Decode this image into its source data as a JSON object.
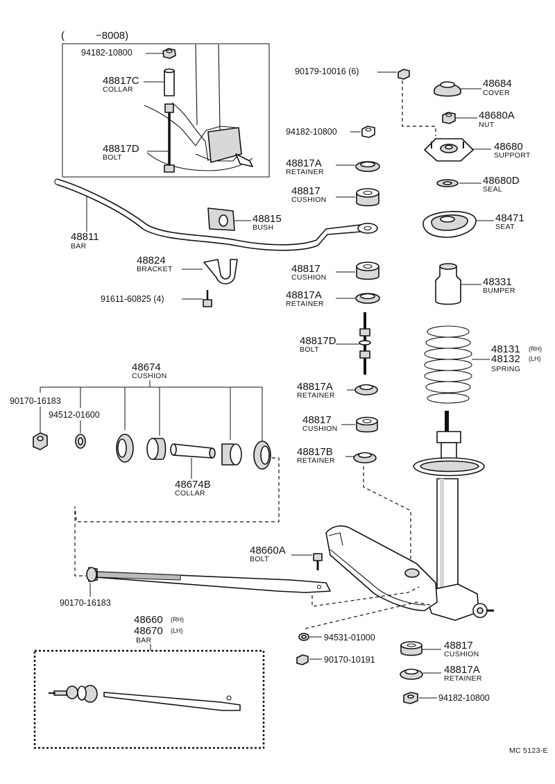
{
  "note_range": "(　　　−8008)",
  "diagram_code": "MC 5123-E",
  "parts": {
    "inset_nut": "94182-10800",
    "inset_collar_no": "48817C",
    "inset_collar_label": "COLLAR",
    "inset_bolt_no": "48817D",
    "inset_bolt_label": "BOLT",
    "bar_no": "48811",
    "bar_label": "BAR",
    "bush_no": "48815",
    "bush_label": "BUSH",
    "bracket_no": "48824",
    "bracket_label": "BRACKET",
    "bracket_bolt": "91611-60825 (4)",
    "top_nut": "90179-10016 (6)",
    "nut_upper": "94182-10800",
    "retainer_a1_no": "48817A",
    "retainer_a1_label": "RETAINER",
    "cushion_1_no": "48817",
    "cushion_1_label": "CUSHION",
    "cushion_2_no": "48817",
    "cushion_2_label": "CUSHION",
    "retainer_a2_no": "48817A",
    "retainer_a2_label": "RETAINER",
    "bolt_d_no": "48817D",
    "bolt_d_label": "BOLT",
    "retainer_a3_no": "48817A",
    "retainer_a3_label": "RETAINER",
    "cushion_3_no": "48817",
    "cushion_3_label": "CUSHION",
    "retainer_b_no": "48817B",
    "retainer_b_label": "RETAINER",
    "cover_no": "48684",
    "cover_label": "COVER",
    "nut_a_no": "48680A",
    "nut_a_label": "NUT",
    "support_no": "48680",
    "support_label": "SUPPORT",
    "seal_no": "48680D",
    "seal_label": "SEAL",
    "seat_no": "48471",
    "seat_label": "SEAT",
    "bumper_no": "48331",
    "bumper_label": "BUMPER",
    "spring_rh_no": "48131",
    "spring_rh_tag": "(RH)",
    "spring_lh_no": "48132",
    "spring_lh_tag": "(LH)",
    "spring_label": "SPRING",
    "cushion_set_no": "48674",
    "cushion_set_label": "CUSHION",
    "strut_nut": "90170-16183",
    "washer": "94512-01600",
    "collar_b_no": "48674B",
    "collar_b_label": "COLLAR",
    "rod_nut": "90170-16183",
    "bolt_a_no": "48660A",
    "bolt_a_label": "BOLT",
    "washer_lower": "94531-01000",
    "nut_lower": "90170-10191",
    "cushion_4_no": "48817",
    "cushion_4_label": "CUSHION",
    "retainer_a4_no": "48817A",
    "retainer_a4_label": "RETAINER",
    "nut_bottom": "94182-10800",
    "strut_bar_rh_no": "48660",
    "strut_bar_rh_tag": "(RH)",
    "strut_bar_lh_no": "48670",
    "strut_bar_lh_tag": "(LH)",
    "strut_bar_label": "BAR"
  }
}
